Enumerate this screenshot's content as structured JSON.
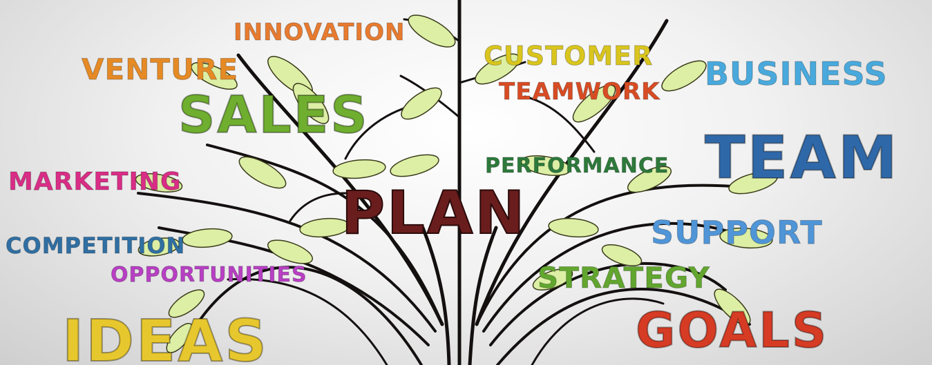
{
  "words": {
    "innovation": "INNOVATION",
    "venture": "VENTURE",
    "sales": "SALES",
    "customer": "CUSTOMER",
    "teamwork": "TEAMWORK",
    "business": "BUSINESS",
    "team": "TEAM",
    "performance": "PERFORMANCE",
    "marketing": "MARKETING",
    "plan": "PLAN",
    "support": "SUPPORT",
    "competition": "COMPETITION",
    "opportunities": "OPPORTUNITIES",
    "strategy": "STRATEGY",
    "goals": "GOALS",
    "ideas": "IDEAS"
  },
  "colors": {
    "branch": "#141010",
    "leaf_fill": "#dcefa5",
    "leaf_stroke": "#3a3a1a",
    "background": "#e9e9e9"
  }
}
